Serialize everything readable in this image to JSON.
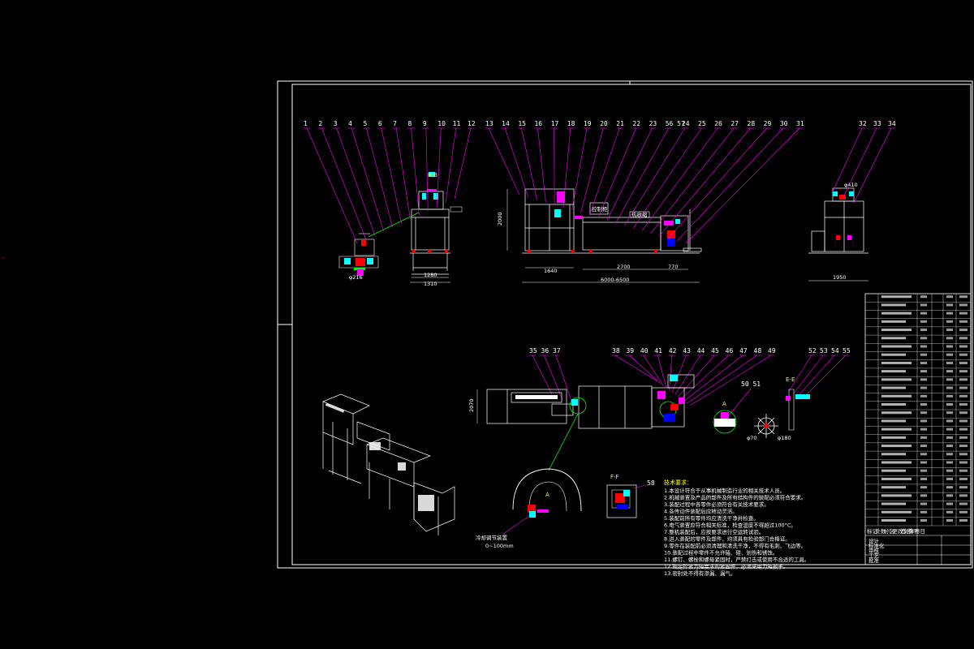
{
  "drawing": {
    "background": "#000000",
    "colors": {
      "frame": "#ffffff",
      "leader": "#ff00ff",
      "dimension": "#ffffff",
      "part": "#ffffff",
      "accent_cyan": "#00ffff",
      "accent_green": "#00ff00",
      "accent_red": "#ff0000",
      "accent_yellow": "#ffff00",
      "accent_blue": "#0000ff"
    },
    "balloons": {
      "top_group1": [
        "1",
        "2",
        "3",
        "4",
        "5",
        "6",
        "7",
        "8",
        "9",
        "10",
        "11",
        "12"
      ],
      "top_group2": [
        "13",
        "14",
        "15",
        "16",
        "17",
        "18",
        "19",
        "20",
        "21",
        "22",
        "23",
        "56 57",
        "24",
        "25",
        "26",
        "27",
        "28",
        "29",
        "30",
        "31"
      ],
      "top_group3": [
        "32",
        "33",
        "34"
      ],
      "bottom_group1": [
        "35",
        "36",
        "37"
      ],
      "bottom_group2": [
        "38",
        "39",
        "40",
        "41",
        "42",
        "43",
        "44",
        "45",
        "46",
        "47",
        "48",
        "49"
      ],
      "bottom_group3": [
        "52",
        "53",
        "54",
        "55"
      ],
      "misc": [
        "50 51",
        "58"
      ]
    },
    "dimensions": {
      "d_1280": "1280",
      "d_1310": "1310",
      "d_1640": "1640",
      "d_2700": "2700",
      "d_770": "770",
      "d_total": "6000-6500",
      "d_2000": "2000",
      "d_1950": "1950",
      "d_2070": "2070"
    },
    "section_labels": {
      "a": "A",
      "ff": "F-F",
      "detail_note": "冷却调节装置",
      "detail_sub": "0~100mm"
    },
    "box_labels": {
      "motor_box": "控制柜",
      "conveyor_box": "热收缩"
    },
    "notes_title": "技术要求：",
    "notes": [
      "1.本设计符合于从事机械制造行业的相关技术人员。",
      "2.机械装置及产品的部件及所有结构件的装配必须符合要求。",
      "3.装配过程中各零件必须符合有关技术要求。",
      "4.各传动件装配后应转动灵活。",
      "5.装配前所有零件均应清洗干净并检查。",
      "6.电气装置应符合相关标准，检查温度不得超过100°C。",
      "7.整机装配后，应按要求进行空运转试验。",
      "8.进入装配的零件及部件，均须具有检验部门合格证。",
      "9.零件在装配前必须清理和清洗干净，不得有毛刺、飞边等。",
      "10.装配过程中零件不允许磕、碰、划伤和锈蚀。",
      "11.螺钉、螺栓和螺母紧固时，严禁打击或使用不合适的工具。",
      "12.规定拧紧力矩要求的紧固件，必须采用力矩扳手。",
      "13.密封处不得有渗漏、漏气。"
    ],
    "title_block": {
      "rows": 28,
      "bottom_labels": [
        "标记",
        "处数",
        "分区",
        "更改文件号",
        "签名",
        "年月日"
      ],
      "sign_labels": [
        "设计",
        "标准化",
        "审核",
        "工艺",
        "批准"
      ]
    }
  }
}
